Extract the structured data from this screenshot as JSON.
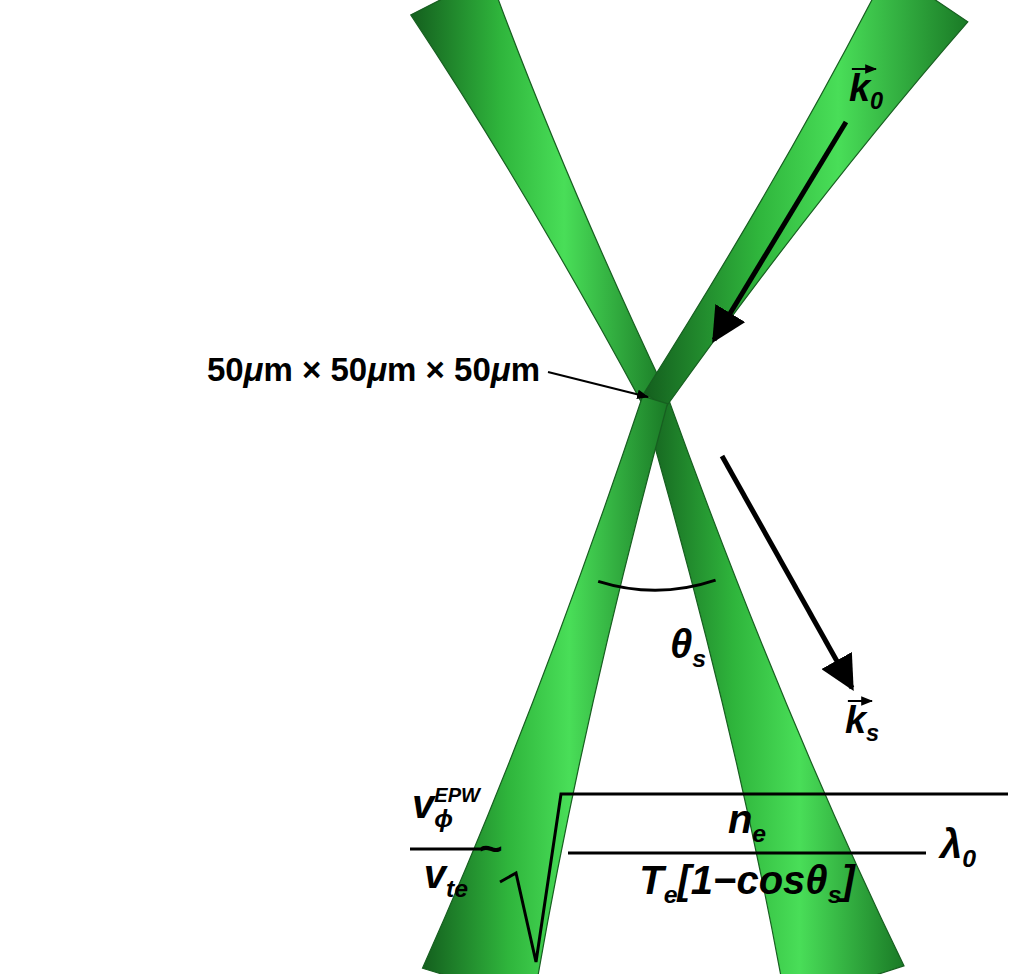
{
  "diagram": {
    "labels": [
      "50 μm × 50 μm × 50 μm",
      "k0",
      "ks",
      "θs",
      "vϕEPW",
      "vte",
      "~",
      "ne",
      "Te[1−cosθs]",
      "λ0"
    ]
  }
}
